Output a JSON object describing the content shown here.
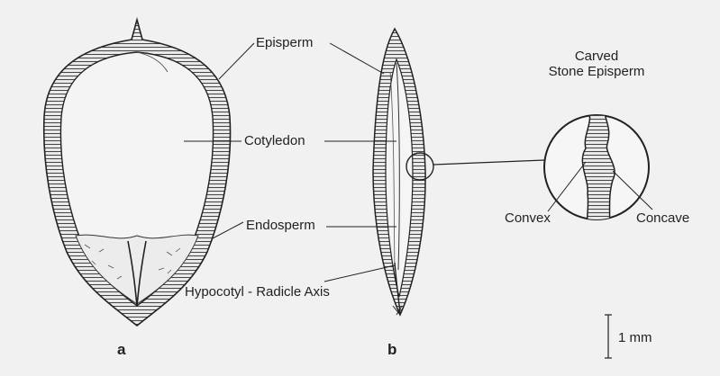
{
  "figure": {
    "labels": {
      "episperm": "Episperm",
      "cotyledon": "Cotyledon",
      "endosperm": "Endosperm",
      "hypocotyl": "Hypocotyl - Radicle Axis",
      "carved_line1": "Carved",
      "carved_line2": "Stone Episperm",
      "convex": "Convex",
      "concave": "Concave",
      "panel_a": "a",
      "panel_b": "b",
      "scale": "1 mm"
    },
    "colors": {
      "background": "#f1f1f1",
      "ink": "#222222"
    }
  }
}
